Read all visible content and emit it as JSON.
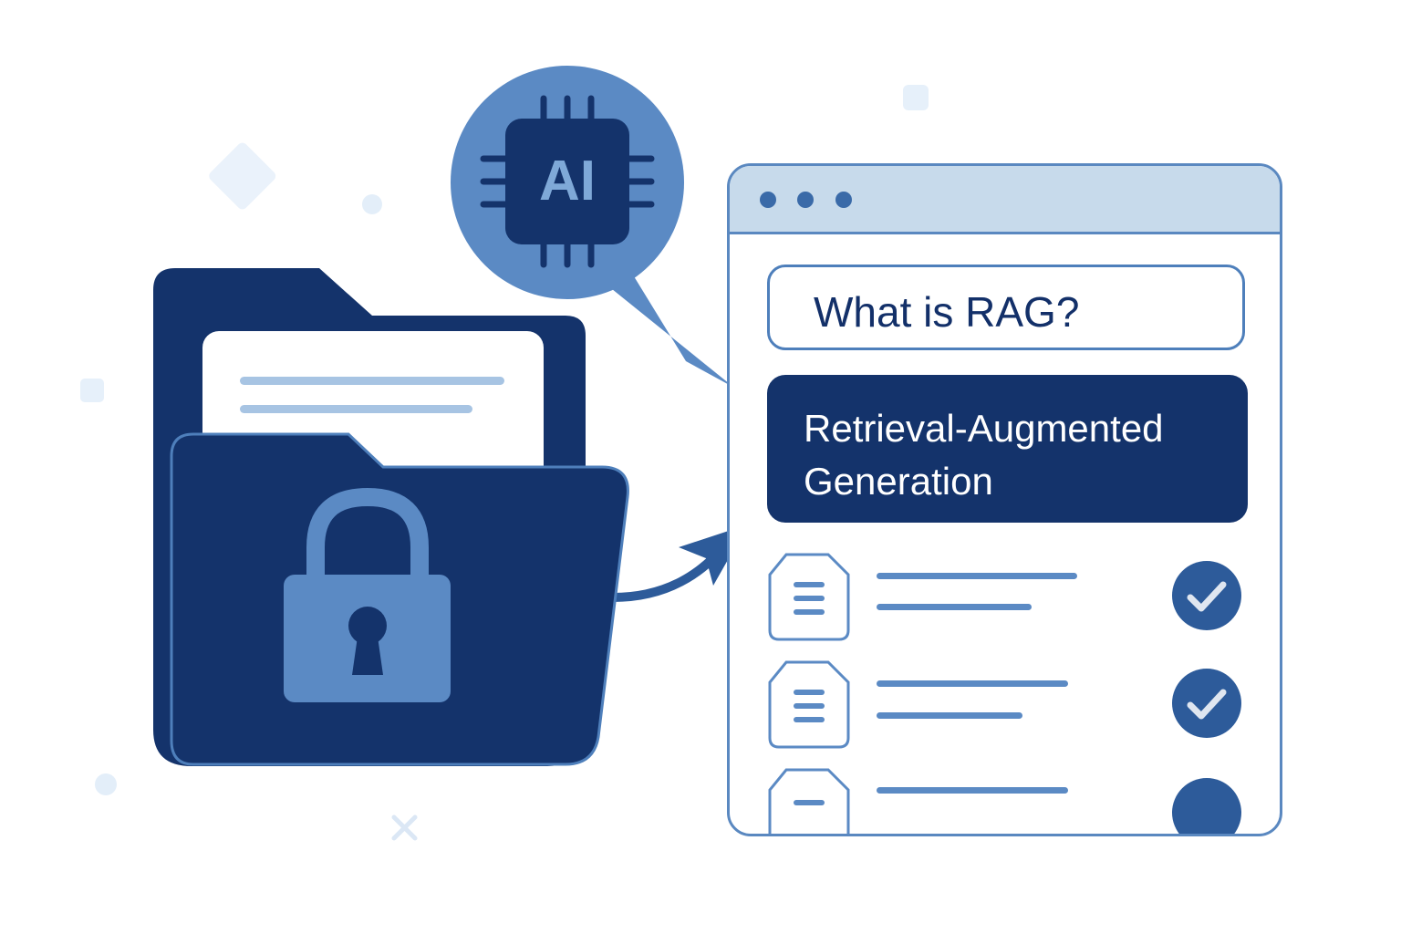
{
  "ai_bubble": {
    "label": "AI",
    "icon": "ai-chip-icon"
  },
  "folder": {
    "icon": "locked-folder-icon",
    "lock_icon": "padlock-icon"
  },
  "browser": {
    "window_dots": 3,
    "query": "What is RAG?",
    "answer": "Retrieval-Augmented Generation",
    "results": [
      {
        "icon": "document-icon",
        "status": "checked"
      },
      {
        "icon": "document-icon",
        "status": "checked"
      },
      {
        "icon": "document-icon",
        "status": "partial"
      }
    ]
  },
  "colors": {
    "navy": "#14336b",
    "blue": "#4e7fbb",
    "light_blue": "#c7daeb",
    "mid_blue": "#5a88c0"
  }
}
